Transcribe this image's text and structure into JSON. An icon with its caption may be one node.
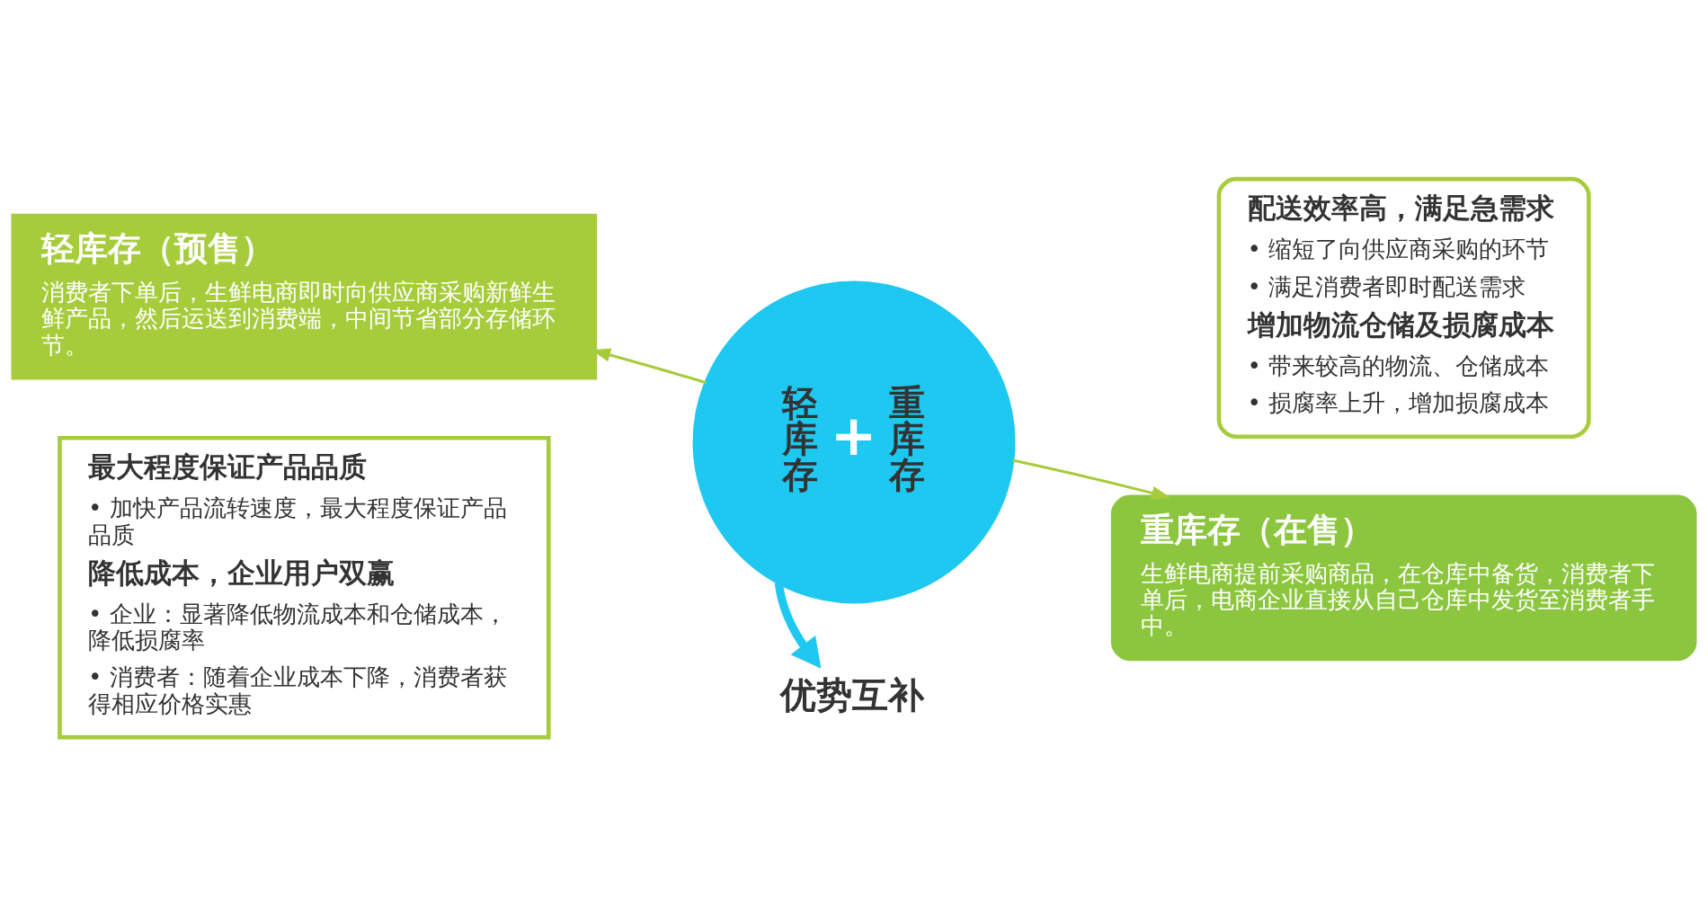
{
  "diagram": {
    "nodes": [
      {
        "text": [
          "轻库存（预售）",
          "消费者下单后，生鲜电商即时向供应商采购新鲜生鲜产品，然后运送到消费端，中间节省部分存储环节。"
        ]
      },
      {
        "text": [
          "最大程度保证产品品质",
          "• 加快产品流转速度，最大程度保证产品品质",
          "降低成本，企业用户双赢",
          "• 企业：显著降低物流成本和仓储成本，降低损腐率",
          "• 消费者：随着企业成本下降，消费者获得相应价格实惠"
        ]
      },
      {
        "text": [
          "轻库存",
          "+",
          "重库存"
        ]
      },
      {
        "text": [
          "配送效率高，满足急需求",
          "• 缩短了向供应商采购的环节",
          "• 满足消费者即时配送需求",
          "增加物流仓储及损腐成本",
          "• 带来较高的物流、仓储成本",
          "• 损腐率上升，增加损腐成本"
        ]
      },
      {
        "text": [
          "重库存（在售）",
          "生鲜电商提前采购商品，在仓库中备货，消费者下单后，电商企业直接从自己仓库中发货至消费者手中。"
        ]
      },
      {
        "text": [
          "优势互补"
        ]
      }
    ],
    "edges": [
      {
        "from": 2,
        "to": 0,
        "arrow": "to"
      },
      {
        "from": 2,
        "to": 4,
        "arrow": "to"
      },
      {
        "from": 2,
        "to": 5,
        "arrow": "to",
        "style": "thick",
        "color": "#1ec8f0"
      }
    ]
  }
}
